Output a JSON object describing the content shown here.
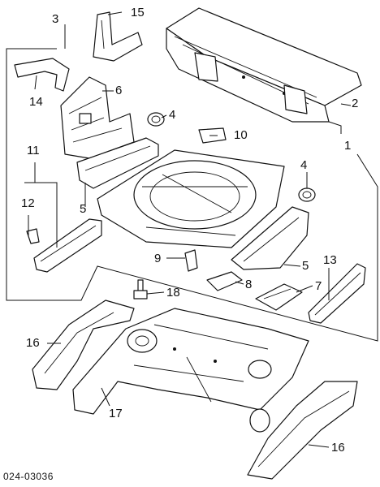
{
  "diagram_code": "024-03036",
  "callouts": [
    {
      "id": "c1",
      "text": "1"
    },
    {
      "id": "c2",
      "text": "2"
    },
    {
      "id": "c3",
      "text": "3"
    },
    {
      "id": "c4a",
      "text": "4"
    },
    {
      "id": "c4b",
      "text": "4"
    },
    {
      "id": "c5a",
      "text": "5"
    },
    {
      "id": "c5b",
      "text": "5"
    },
    {
      "id": "c6",
      "text": "6"
    },
    {
      "id": "c7",
      "text": "7"
    },
    {
      "id": "c8",
      "text": "8"
    },
    {
      "id": "c9",
      "text": "9"
    },
    {
      "id": "c10",
      "text": "10"
    },
    {
      "id": "c11",
      "text": "11"
    },
    {
      "id": "c12",
      "text": "12"
    },
    {
      "id": "c13",
      "text": "13"
    },
    {
      "id": "c14",
      "text": "14"
    },
    {
      "id": "c15",
      "text": "15"
    },
    {
      "id": "c16a",
      "text": "16"
    },
    {
      "id": "c16b",
      "text": "16"
    },
    {
      "id": "c17",
      "text": "17"
    },
    {
      "id": "c18",
      "text": "18"
    }
  ]
}
